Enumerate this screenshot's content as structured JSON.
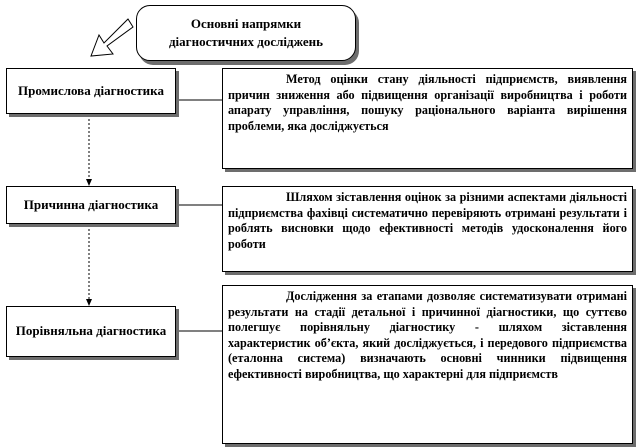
{
  "title": "Основні напрямки діагностичних досліджень",
  "items": [
    {
      "name": "Промислова діагностика",
      "description": "Метод оцінки стану діяльності підприємств, виявлення причин зниження або підвищення організації виробництва і роботи апарату управління, пошуку раціонального варіанта вирішення проблеми, яка досліджується"
    },
    {
      "name": "Причинна діагностика",
      "description": "Шляхом зіставлення оцінок за різними аспектами діяльності підприємства фахівці систематично перевіряють отримані результати і роблять висновки щодо ефективності методів удосконалення його роботи"
    },
    {
      "name": "Порівняльна діагностика",
      "description": "Дослідження за етапами дозволяє систематизувати отримані результати на стадії детальної і причинної діагностики, що суттєво полегшує порівняльну діагностику - шляхом зіставлення характеристик об’єкта, який досліджується, і передового підприємства (еталонна система) визначають основні чинники підвищення ефективності виробництва, що характерні для підприємств"
    }
  ]
}
